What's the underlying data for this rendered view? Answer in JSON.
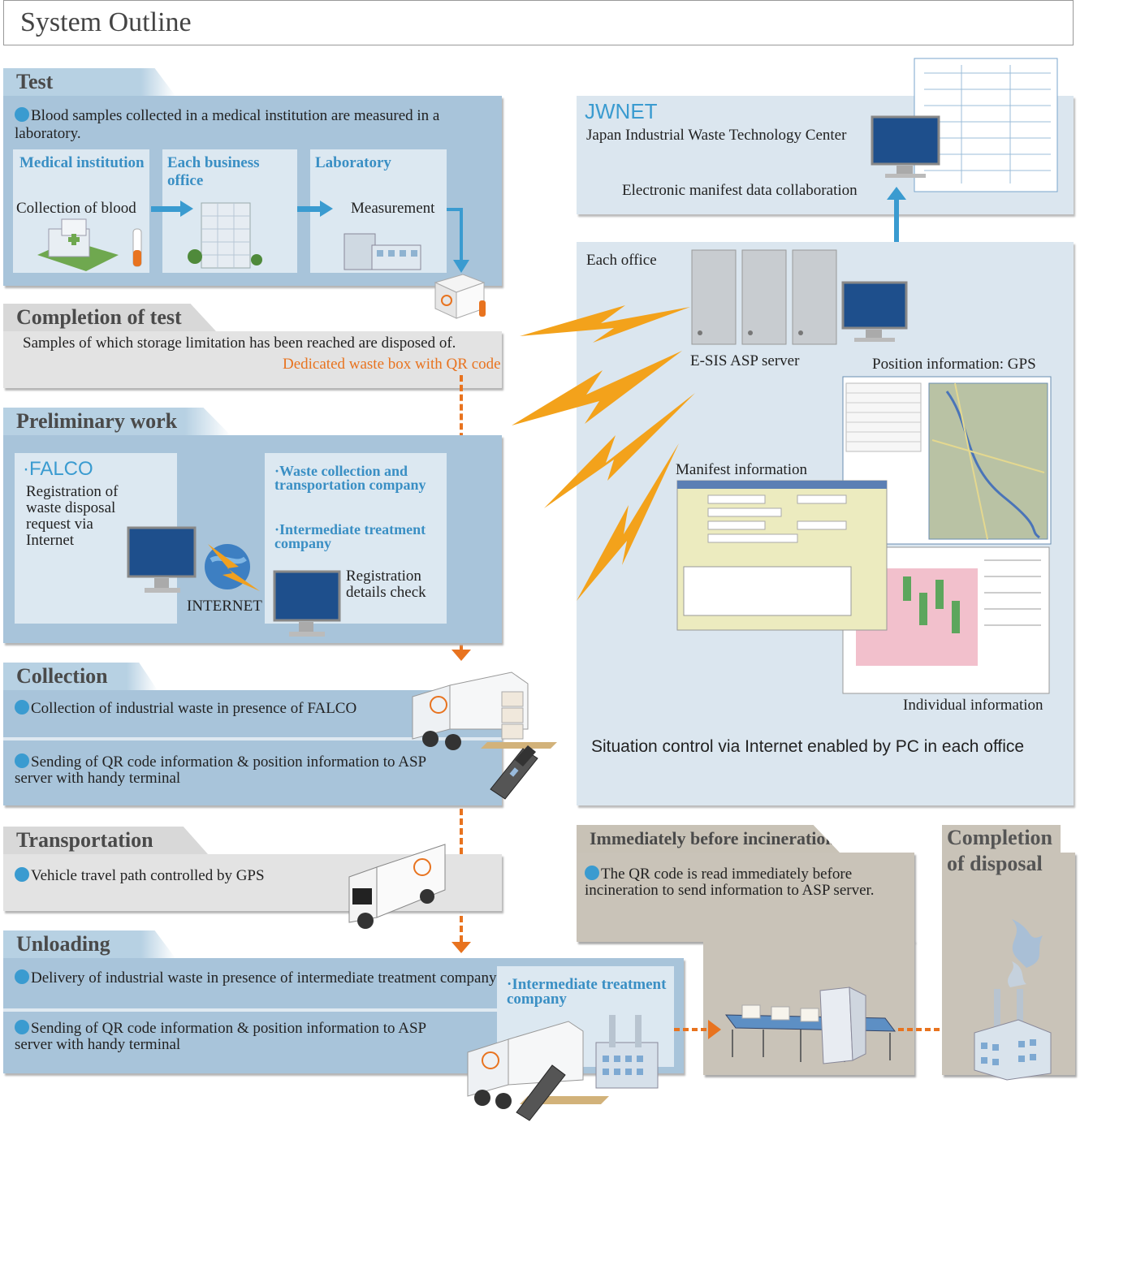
{
  "page_title": "System Outline",
  "test": {
    "tab": "Test",
    "bullet": "Blood samples collected in a medical institution are measured in a laboratory.",
    "boxes": [
      {
        "heading": "Medical institution",
        "label": "Collection of blood"
      },
      {
        "heading": "Each business office",
        "label": ""
      },
      {
        "heading": "Laboratory",
        "label": "Measurement"
      }
    ]
  },
  "completion_of_test": {
    "tab": "Completion of test",
    "text": "Samples of which storage limitation has been reached are disposed of.",
    "note": "Dedicated waste box with QR code"
  },
  "preliminary": {
    "tab": "Preliminary work",
    "falco_title": "·FALCO",
    "falco_text": "Registration of waste disposal request via Internet",
    "internet": "INTERNET",
    "company1": "·Waste collection and transportation company",
    "company2": "·Intermediate treatment company",
    "check": "Registration details check"
  },
  "collection": {
    "tab": "Collection",
    "bullet1": "Collection of industrial waste in presence of FALCO",
    "bullet2": "Sending of QR code information & position information to ASP server with handy terminal"
  },
  "transportation": {
    "tab": "Transportation",
    "bullet": "Vehicle travel path controlled by GPS"
  },
  "unloading": {
    "tab": "Unloading",
    "bullet1": "Delivery of industrial waste in presence of intermediate treatment company",
    "bullet2": "Sending of QR code information & position information to ASP server with handy terminal",
    "company": "·Intermediate treatment company"
  },
  "jwnet": {
    "title": "JWNET",
    "subtitle": "Japan Industrial Waste Technology Center",
    "collab": "Electronic manifest data collaboration"
  },
  "office": {
    "label": "Each office",
    "server": "E-SIS ASP server",
    "gps": "Position information: GPS",
    "manifest": "Manifest information",
    "individual": "Individual information",
    "situation": "Situation control via Internet enabled by PC in each office"
  },
  "incineration": {
    "tab": "Immediately before incineration",
    "bullet": "The QR code is read immediately before incineration to send information to ASP server."
  },
  "disposal": {
    "tab_line1": "Completion",
    "tab_line2": "of disposal"
  },
  "colors": {
    "accent_blue": "#3a9bd0",
    "accent_orange": "#e8731f",
    "panel_blue": "#a8c4da"
  }
}
